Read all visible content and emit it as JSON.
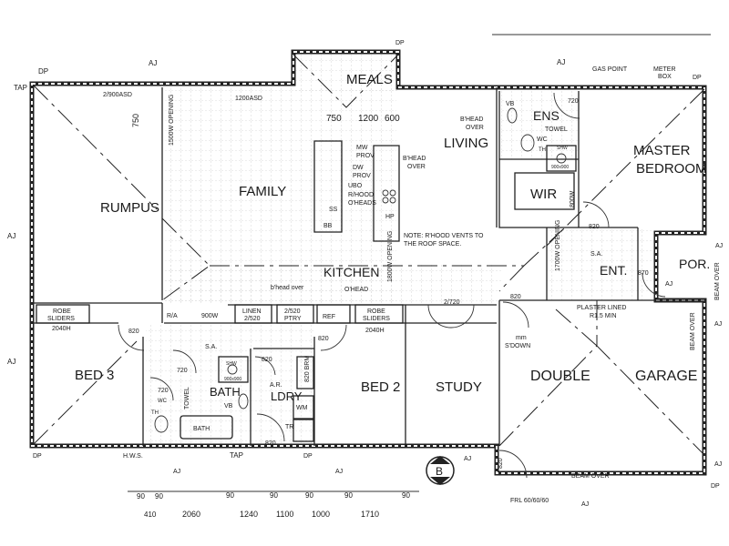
{
  "rooms": {
    "rumpus": "RUMPUS",
    "family": "FAMILY",
    "meals": "MEALS",
    "living": "LIVING",
    "kitchen": "KITCHEN",
    "ens": "ENS",
    "master_1": "MASTER",
    "master_2": "BEDROOM",
    "wir": "WIR",
    "ent": "ENT.",
    "por": "POR.",
    "bed3": "BED 3",
    "bath": "BATH",
    "ldry": "LDRY",
    "bed2": "BED 2",
    "study": "STUDY",
    "garage_1": "DOUBLE",
    "garage_2": "GARAGE"
  },
  "labels": {
    "dp": "DP",
    "tap": "TAP",
    "aj": "AJ",
    "asd_2900": "2/900ASD",
    "asd_1200": "1200ASD",
    "dim_750": "750",
    "opening_1500": "1500W OPENING",
    "opening_1700": "1700W OPENING",
    "opening_1800": "1800W OPENING",
    "dim_1200": "1200",
    "dim_600": "600",
    "mw": "MW",
    "dw": "DW",
    "prov": "PROV",
    "ubo": "UBO",
    "rhood": "R/HOOD",
    "oheads": "O'HEADS",
    "ss": "SS",
    "bb": "BB",
    "hp": "HP",
    "bhead": "B'HEAD",
    "over": "OVER",
    "gas_point": "GAS POINT",
    "meter": "METER",
    "box": "BOX",
    "d720": "720",
    "d820": "820",
    "d870": "870",
    "d800w": "800W",
    "d2720": "2/720",
    "vb": "VB",
    "towel": "TOWEL",
    "wc": "WC",
    "th": "TH",
    "shw": "SHW",
    "shw_size": "900x900",
    "note_1": "NOTE: R'HOOD VENTS TO",
    "note_2": "THE ROOF SPACE.",
    "sa": "S.A.",
    "beam_over": "BEAM OVER",
    "robe": "ROBE",
    "sliders": "SLIDERS",
    "h2040": "2040H",
    "ra": "R/A",
    "w900": "900W",
    "linen": "LINEN",
    "d2520": "2/520",
    "ptry": "PTRY",
    "ref": "REF",
    "bhead_over_lc": "b'head over",
    "ohead": "O'HEAD",
    "plaster_lined": "PLASTER LINED",
    "r15": "R1.5 MIN",
    "mm": "mm",
    "sdown": "S'DOWN",
    "bath_tub": "BATH",
    "ar": "A.R.",
    "brm": "820 BRM",
    "wm": "WM",
    "tr": "TR",
    "hws": "H.W.S.",
    "frl": "FRL 60/60/60",
    "section_b": "B",
    "d90": "90",
    "d410": "410",
    "d2060": "2060",
    "d1240": "1240",
    "d1100": "1100",
    "d1000": "1000",
    "d1710": "1710"
  }
}
